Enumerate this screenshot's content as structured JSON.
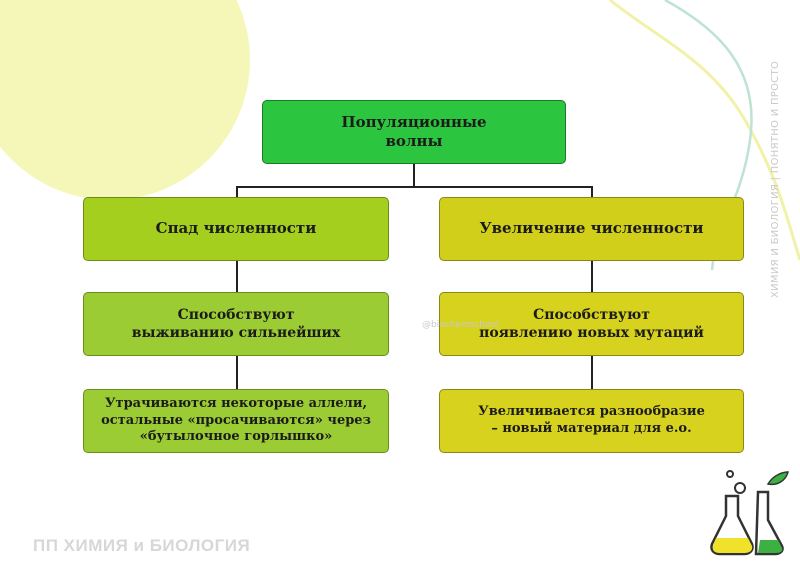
{
  "diagram": {
    "root": {
      "label": "Популяционные\nволны"
    },
    "branches": [
      {
        "header": "Спад численности",
        "cause": "Способствуют\nвыживанию сильнейших",
        "effect": "Утрачиваются некоторые аллели,\nостальные «просачиваются» через\n«бутылочное горлышко»"
      },
      {
        "header": "Увеличение численности",
        "cause": "Способствуют\nпоявлению новых мутаций",
        "effect": "Увеличивается разнообразие\n– новый материал для е.о."
      }
    ]
  },
  "branding": {
    "footer": "ПП ХИМИЯ и БИОЛОГИЯ",
    "side_text": "ХИМИЯ И БИОЛОГИЯ | ПОНЯТНО И ПРОСТО",
    "watermark": "@biochemschool"
  },
  "colors": {
    "root": "#2cc53f",
    "left_boxes": "#a4cf1f",
    "right_boxes": "#d2cf1a",
    "decor_circle": "#f4f6b8"
  },
  "icons": {
    "logo": "flasks-logo-icon"
  }
}
